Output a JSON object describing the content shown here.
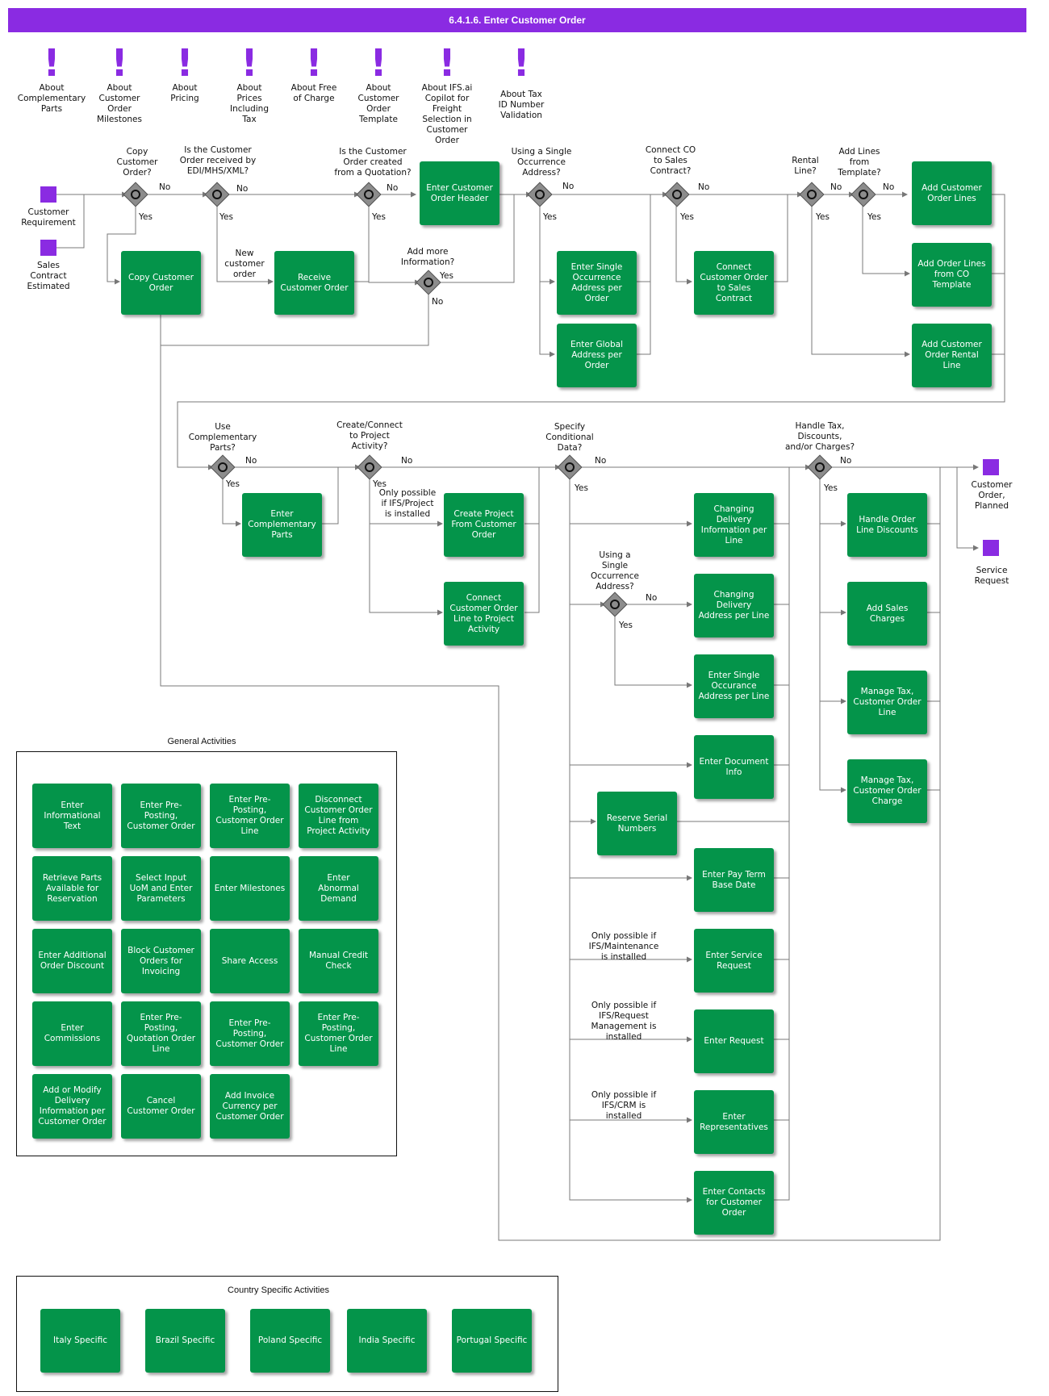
{
  "title": "6.4.1.6. Enter Customer Order",
  "notices": [
    "About\nComplementary\nParts",
    "About\nCustomer\nOrder\nMilestones",
    "About\nPricing",
    "About\nPrices\nIncluding\nTax",
    "About Free\nof Charge",
    "About\nCustomer\nOrder\nTemplate",
    "About IFS.ai\nCopilot for\nFreight\nSelection in\nCustomer\nOrder",
    "About Tax\nID Number\nValidation"
  ],
  "events": {
    "customer_requirement": "Customer\nRequirement",
    "sales_contract": "Sales\nContract\nEstimated",
    "customer_order_planned": "Customer\nOrder,\nPlanned",
    "service_request": "Service\nRequest"
  },
  "gateways": {
    "copy_co": "Copy\nCustomer\nOrder?",
    "edi": "Is the Customer\nOrder received by\nEDI/MHS/XML?",
    "quotation": "Is the Customer\nOrder created\nfrom a Quotation?",
    "add_more": "Add more\nInformation?",
    "single_occ": "Using a Single\nOccurrence\nAddress?",
    "connect_sc": "Connect CO\nto Sales\nContract?",
    "rental": "Rental\nLine?",
    "add_lines_tpl": "Add Lines\nfrom\nTemplate?",
    "complementary": "Use\nComplementary\nParts?",
    "project": "Create/Connect\nto Project\nActivity?",
    "conditional": "Specify\nConditional\nData?",
    "single_occ2": "Using a\nSingle\nOccurrence\nAddress?",
    "tax": "Handle Tax,\nDiscounts,\nand/or Charges?"
  },
  "edge_labels": {
    "yes": "Yes",
    "no": "No",
    "new_customer_order": "New\ncustomer\norder",
    "only_project": "Only possible\nif IFS/Project\nis installed",
    "only_maintenance": "Only possible if\nIFS/Maintenance\nis installed",
    "only_request": "Only possible if\nIFS/Request\nManagement is\ninstalled",
    "only_crm": "Only possible if\nIFS/CRM is\ninstalled"
  },
  "activities": {
    "enter_co_header": "Enter Customer\nOrder Header",
    "copy_co": "Copy Customer\nOrder",
    "receive_co": "Receive\nCustomer Order",
    "enter_single_occ": "Enter Single\nOccurrence\nAddress per\nOrder",
    "enter_global_addr": "Enter Global\nAddress per\nOrder",
    "connect_sc": "Connect\nCustomer Order\nto Sales\nContract",
    "add_co_lines": "Add Customer\nOrder Lines",
    "add_lines_tpl": "Add Order Lines\nfrom CO\nTemplate",
    "add_rental": "Add Customer\nOrder Rental\nLine",
    "enter_comp_parts": "Enter\nComplementary\nParts",
    "create_project": "Create Project\nFrom Customer\nOrder",
    "connect_project": "Connect\nCustomer Order\nLine to Project\nActivity",
    "changing_delivery_info": "Changing\nDelivery\nInformation per\nLine",
    "changing_delivery_addr": "Changing\nDelivery\nAddress per Line",
    "enter_single_occ_line": "Enter Single\nOccurance\nAddress per Line",
    "enter_doc_info": "Enter Document\nInfo",
    "reserve_serial": "Reserve Serial\nNumbers",
    "enter_pay_term": "Enter Pay Term\nBase Date",
    "enter_service_request": "Enter Service\nRequest",
    "enter_request": "Enter Request",
    "enter_representatives": "Enter\nRepresentatives",
    "enter_contacts": "Enter Contacts\nfor Customer\nOrder",
    "handle_discounts": "Handle Order\nLine Discounts",
    "add_sales_charges": "Add Sales\nCharges",
    "manage_tax_line": "Manage Tax,\nCustomer Order\nLine",
    "manage_tax_charge": "Manage Tax,\nCustomer Order\nCharge"
  },
  "general": {
    "title": "General Activities",
    "items": [
      "Enter\nInformational\nText",
      "Enter Pre-\nPosting,\nCustomer Order",
      "Enter Pre-\nPosting,\nCustomer Order\nLine",
      "Disconnect\nCustomer Order\nLine from\nProject Activity",
      "Retrieve Parts\nAvailable for\nReservation",
      "Select Input\nUoM and Enter\nParameters",
      "Enter Milestones",
      "Enter\nAbnormal\nDemand",
      "Enter Additional\nOrder Discount",
      "Block Customer\nOrders for\nInvoicing",
      "Share Access",
      "Manual Credit\nCheck",
      "Enter\nCommissions",
      "Enter Pre-\nPosting,\nQuotation Order\nLine",
      "Enter Pre-\nPosting,\nCustomer Order",
      "Enter Pre-\nPosting,\nCustomer Order\nLine",
      "Add or Modify\nDelivery\nInformation per\nCustomer Order",
      "Cancel\nCustomer Order",
      "Add Invoice\nCurrency per\nCustomer Order"
    ]
  },
  "country": {
    "title": "Country Specific Activities",
    "items": [
      "Italy Specific",
      "Brazil Specific",
      "Poland Specific",
      "India Specific",
      "Portugal Specific"
    ]
  },
  "colors": {
    "header": "#8a2be2",
    "activity": "#04944a",
    "gateway": "#8c8c8c",
    "event": "#8a2be2"
  }
}
